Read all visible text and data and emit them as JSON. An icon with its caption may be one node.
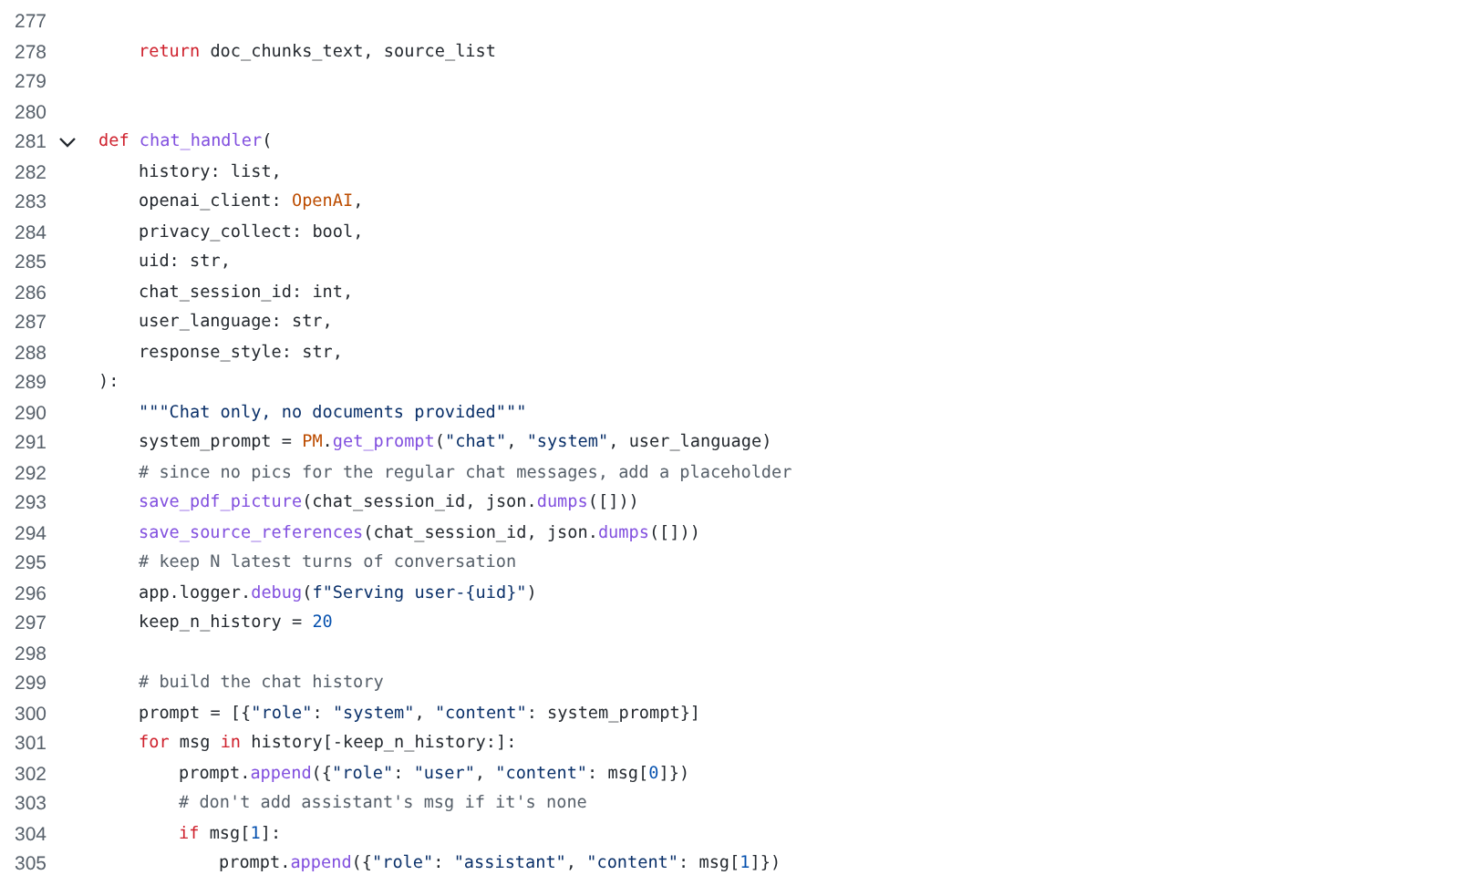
{
  "diagram": {
    "labels": [
      "277",
      "278",
      "return doc_chunks_text, source_list",
      "279",
      "280",
      "281",
      "def chat_handler(",
      "282",
      "history: list,",
      "283",
      "openai_client: OpenAI,",
      "284",
      "privacy_collect: bool,",
      "285",
      "uid: str,",
      "286",
      "chat_session_id: int,",
      "287",
      "user_language: str,",
      "288",
      "response_style: str,",
      "289",
      "):",
      "290",
      "\"\"\"Chat only, no documents provided\"\"\"",
      "291",
      "system_prompt = PM.get_prompt(\"chat\", \"system\", user_language)",
      "292",
      "# since no pics for the regular chat messages, add a placeholder",
      "293",
      "save_pdf_picture(chat_session_id, json.dumps([]))",
      "294",
      "save_source_references(chat_session_id, json.dumps([]))",
      "295",
      "# keep N latest turns of conversation",
      "296",
      "app.logger.debug(f\"Serving user-{uid}\")",
      "297",
      "keep_n_history = 20",
      "298",
      "299",
      "# build the chat history",
      "300",
      "prompt = [{\"role\": \"system\", \"content\": system_prompt}]",
      "301",
      "for msg in history[-keep_n_history:]:",
      "302",
      "prompt.append({\"role\": \"user\", \"content\": msg[0]})",
      "303",
      "# don't add assistant's msg if it's none",
      "304",
      "if msg[1]:",
      "305",
      "prompt.append({\"role\": \"assistant\", \"content\": msg[1]})"
    ]
  }
}
